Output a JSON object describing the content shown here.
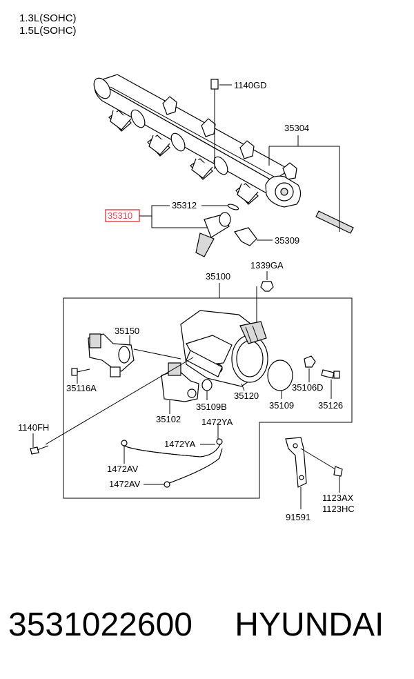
{
  "engine_variants": [
    "1.3L(SOHC)",
    "1.5L(SOHC)"
  ],
  "parts": {
    "p1140GD": "1140GD",
    "p35304": "35304",
    "p35312": "35312",
    "p35310": "35310",
    "p35309": "35309",
    "p1339GA": "1339GA",
    "p35100": "35100",
    "p35150": "35150",
    "p35116A": "35116A",
    "p35120": "35120",
    "p35109B": "35109B",
    "p35102": "35102",
    "p35109": "35109",
    "p35106D": "35106D",
    "p35126": "35126",
    "p1140FH": "1140FH",
    "p1472YA_a": "1472YA",
    "p1472YA_b": "1472YA",
    "p1472AV_a": "1472AV",
    "p1472AV_b": "1472AV",
    "p1123AX": "1123AX",
    "p1123HC": "1123HC",
    "p91591": "91591"
  },
  "highlight_color": "#e8474f",
  "footer": {
    "part_number": "3531022600",
    "brand": "HYUNDAI"
  }
}
